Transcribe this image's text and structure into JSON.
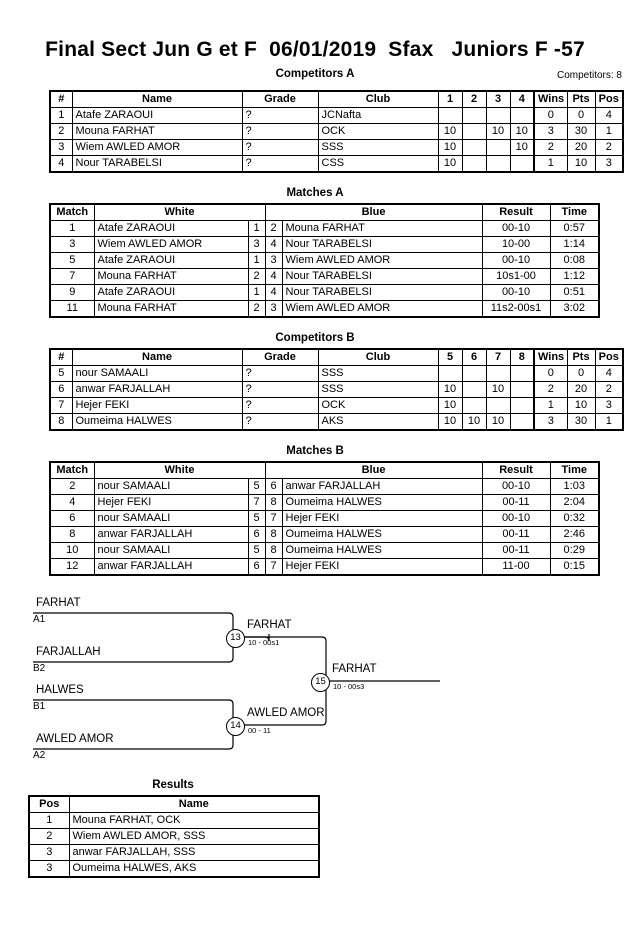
{
  "header": {
    "title": "Final Sect Jun G et F  06/01/2019  Sfax   Juniors F -57",
    "competitors_label": "Competitors: 8"
  },
  "sections": {
    "competitors_a": "Competitors A",
    "matches_a": "Matches A",
    "competitors_b": "Competitors B",
    "matches_b": "Matches B",
    "results": "Results"
  },
  "competitors_table": {
    "headers": {
      "num": "#",
      "name": "Name",
      "grade": "Grade",
      "club": "Club",
      "wins": "Wins",
      "pts": "Pts",
      "pos": "Pos"
    },
    "group_a": {
      "round_headers": [
        "1",
        "2",
        "3",
        "4"
      ],
      "rows": [
        {
          "num": "1",
          "name": "Atafe ZARAOUI",
          "grade": "?",
          "club": "JCNafta",
          "scores": [
            "",
            "",
            "",
            ""
          ],
          "wins": "0",
          "pts": "0",
          "pos": "4"
        },
        {
          "num": "2",
          "name": "Mouna FARHAT",
          "grade": "?",
          "club": "OCK",
          "scores": [
            "10",
            "",
            "10",
            "10"
          ],
          "wins": "3",
          "pts": "30",
          "pos": "1"
        },
        {
          "num": "3",
          "name": "Wiem AWLED AMOR",
          "grade": "?",
          "club": "SSS",
          "scores": [
            "10",
            "",
            "",
            "10"
          ],
          "wins": "2",
          "pts": "20",
          "pos": "2"
        },
        {
          "num": "4",
          "name": "Nour TARABELSI",
          "grade": "?",
          "club": "CSS",
          "scores": [
            "10",
            "",
            "",
            ""
          ],
          "wins": "1",
          "pts": "10",
          "pos": "3"
        }
      ]
    },
    "group_b": {
      "round_headers": [
        "5",
        "6",
        "7",
        "8"
      ],
      "rows": [
        {
          "num": "5",
          "name": "nour SAMAALI",
          "grade": "?",
          "club": "SSS",
          "scores": [
            "",
            "",
            "",
            ""
          ],
          "wins": "0",
          "pts": "0",
          "pos": "4"
        },
        {
          "num": "6",
          "name": "anwar FARJALLAH",
          "grade": "?",
          "club": "SSS",
          "scores": [
            "10",
            "",
            "10",
            ""
          ],
          "wins": "2",
          "pts": "20",
          "pos": "2"
        },
        {
          "num": "7",
          "name": "Hejer FEKI",
          "grade": "?",
          "club": "OCK",
          "scores": [
            "10",
            "",
            "",
            ""
          ],
          "wins": "1",
          "pts": "10",
          "pos": "3"
        },
        {
          "num": "8",
          "name": "Oumeima HALWES",
          "grade": "?",
          "club": "AKS",
          "scores": [
            "10",
            "10",
            "10",
            ""
          ],
          "wins": "3",
          "pts": "30",
          "pos": "1"
        }
      ]
    }
  },
  "matches_table": {
    "headers": {
      "match": "Match",
      "white": "White",
      "blue": "Blue",
      "result": "Result",
      "time": "Time"
    },
    "group_a": [
      {
        "match": "1",
        "white": "Atafe ZARAOUI",
        "white_seed": "1",
        "blue_seed": "2",
        "blue": "Mouna FARHAT",
        "result": "00-10",
        "time": "0:57"
      },
      {
        "match": "3",
        "white": "Wiem AWLED AMOR",
        "white_seed": "3",
        "blue_seed": "4",
        "blue": "Nour TARABELSI",
        "result": "10-00",
        "time": "1:14"
      },
      {
        "match": "5",
        "white": "Atafe ZARAOUI",
        "white_seed": "1",
        "blue_seed": "3",
        "blue": "Wiem AWLED AMOR",
        "result": "00-10",
        "time": "0:08"
      },
      {
        "match": "7",
        "white": "Mouna FARHAT",
        "white_seed": "2",
        "blue_seed": "4",
        "blue": "Nour TARABELSI",
        "result": "10s1-00",
        "time": "1:12"
      },
      {
        "match": "9",
        "white": "Atafe ZARAOUI",
        "white_seed": "1",
        "blue_seed": "4",
        "blue": "Nour TARABELSI",
        "result": "00-10",
        "time": "0:51"
      },
      {
        "match": "11",
        "white": "Mouna FARHAT",
        "white_seed": "2",
        "blue_seed": "3",
        "blue": "Wiem AWLED AMOR",
        "result": "11s2-00s1",
        "time": "3:02"
      }
    ],
    "group_b": [
      {
        "match": "2",
        "white": "nour SAMAALI",
        "white_seed": "5",
        "blue_seed": "6",
        "blue": "anwar FARJALLAH",
        "result": "00-10",
        "time": "1:03"
      },
      {
        "match": "4",
        "white": "Hejer FEKI",
        "white_seed": "7",
        "blue_seed": "8",
        "blue": "Oumeima HALWES",
        "result": "00-11",
        "time": "2:04"
      },
      {
        "match": "6",
        "white": "nour SAMAALI",
        "white_seed": "5",
        "blue_seed": "7",
        "blue": "Hejer FEKI",
        "result": "00-10",
        "time": "0:32"
      },
      {
        "match": "8",
        "white": "anwar FARJALLAH",
        "white_seed": "6",
        "blue_seed": "8",
        "blue": "Oumeima HALWES",
        "result": "00-11",
        "time": "2:46"
      },
      {
        "match": "10",
        "white": "nour SAMAALI",
        "white_seed": "5",
        "blue_seed": "8",
        "blue": "Oumeima HALWES",
        "result": "00-11",
        "time": "0:29"
      },
      {
        "match": "12",
        "white": "anwar FARJALLAH",
        "white_seed": "6",
        "blue_seed": "7",
        "blue": "Hejer FEKI",
        "result": "11-00",
        "time": "0:15"
      }
    ]
  },
  "bracket": {
    "entrants": [
      {
        "name": "FARHAT",
        "seed": "A1"
      },
      {
        "name": "FARJALLAH",
        "seed": "B2"
      },
      {
        "name": "HALWES",
        "seed": "B1"
      },
      {
        "name": "AWLED AMOR",
        "seed": "A2"
      }
    ],
    "nodes": [
      {
        "number": "13",
        "winner": "FARHAT",
        "score": "10 - 00s1"
      },
      {
        "number": "14",
        "winner": "AWLED AMOR",
        "score": "00 - 11"
      },
      {
        "number": "15",
        "winner": "FARHAT",
        "score": "10 - 00s3"
      }
    ]
  },
  "results_table": {
    "headers": {
      "pos": "Pos",
      "name": "Name"
    },
    "rows": [
      {
        "pos": "1",
        "name": "Mouna FARHAT, OCK"
      },
      {
        "pos": "2",
        "name": "Wiem AWLED AMOR, SSS"
      },
      {
        "pos": "3",
        "name": "anwar FARJALLAH, SSS"
      },
      {
        "pos": "3",
        "name": "Oumeima HALWES, AKS"
      }
    ]
  }
}
